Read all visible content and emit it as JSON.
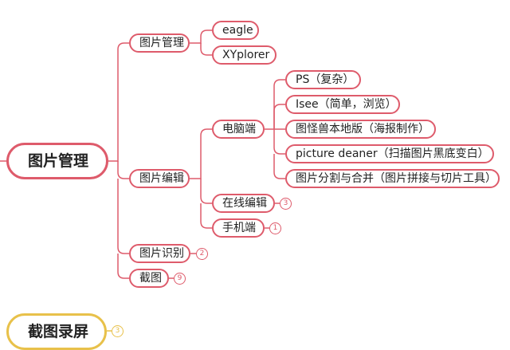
{
  "mindmap": {
    "root": "图片管理",
    "branches": {
      "manage": {
        "label": "图片管理",
        "children": [
          "eagle",
          "XYplorer"
        ]
      },
      "edit": {
        "label": "图片编辑",
        "desktop": {
          "label": "电脑端",
          "children": [
            "PS（复杂）",
            "Isee（简单，浏览）",
            "图怪兽本地版（海报制作）",
            "picture deaner（扫描图片黑底变白）",
            "图片分割与合并（图片拼接与切片工具）"
          ]
        },
        "online": {
          "label": "在线编辑",
          "badge": "3"
        },
        "mobile": {
          "label": "手机端",
          "badge": "1"
        }
      },
      "recognize": {
        "label": "图片识别",
        "badge": "2"
      },
      "screenshot": {
        "label": "截图",
        "badge": "9"
      }
    },
    "second_root": {
      "label": "截图录屏",
      "badge": "3"
    }
  },
  "colors": {
    "branch": "#de5b6b",
    "second_root": "#e8c14a"
  }
}
